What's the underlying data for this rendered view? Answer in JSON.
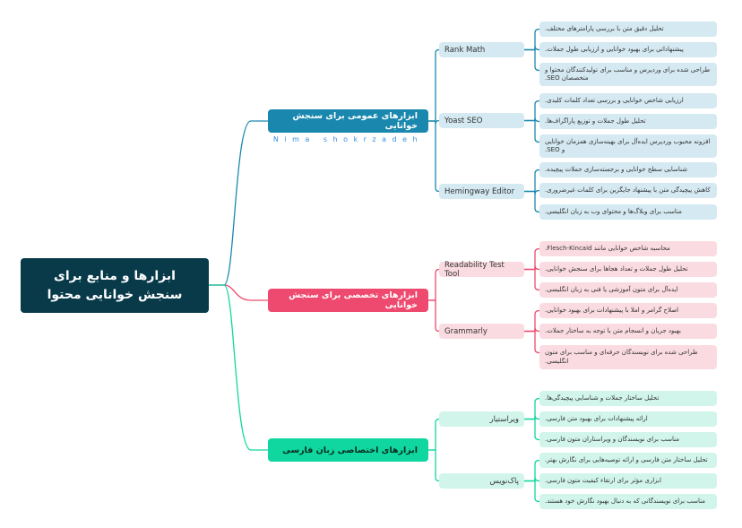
{
  "root": {
    "title": "ابزارها و منابع برای سنجش خوانایی محتوا",
    "color": "#083a4a"
  },
  "watermark": "Nima shokrzadeh",
  "branches": [
    {
      "label": "ابزارهای عمومی برای سنجش خوانایی",
      "color": "#1a88ae",
      "light": "#d4e9f1",
      "text_color": "#ffffff",
      "children": [
        {
          "label": "Rank Math",
          "leaves": [
            "تحلیل دقیق متن با بررسی پارامترهای مختلف.",
            "پیشنهاداتی برای بهبود خوانایی و ارزیابی طول جملات.",
            "طراحی شده برای وردپرس و مناسب برای تولیدکنندگان محتوا و متخصصان SEO."
          ]
        },
        {
          "label": "Yoast SEO",
          "leaves": [
            "ارزیابی شاخص خوانایی و بررسی تعداد کلمات کلیدی.",
            "تحلیل طول جملات و توزیع پاراگراف‌ها.",
            "افزونه محبوب وردپرس ایده‌آل برای بهینه‌سازی همزمان خوانایی و SEO."
          ]
        },
        {
          "label": "Hemingway Editor",
          "leaves": [
            "شناسایی سطح خوانایی و برجسته‌سازی جملات پیچیده.",
            "کاهش پیچیدگی متن با پیشنهاد جایگزین برای کلمات غیرضروری.",
            "مناسب برای وبلاگ‌ها و محتوای وب به زبان انگلیسی."
          ]
        }
      ]
    },
    {
      "label": "ابزارهای تخصصی برای سنجش خوانایی",
      "color": "#ee4a6f",
      "light": "#fadbe1",
      "text_color": "#ffffff",
      "children": [
        {
          "label": "Readability Test Tool",
          "leaves": [
            "محاسبه شاخص خوانایی مانند Flesch-Kincaid.",
            "تحلیل طول جملات و تعداد هجاها برای سنجش خوانایی.",
            "ایده‌آل برای متون آموزشی یا فنی به زبان انگلیسی."
          ]
        },
        {
          "label": "Grammarly",
          "leaves": [
            "اصلاح گرامر و املا با پیشنهادات برای بهبود خوانایی.",
            "بهبود جریان و انسجام متن با توجه به ساختار جملات.",
            "طراحی شده برای نویسندگان حرفه‌ای و مناسب برای متون انگلیسی."
          ]
        }
      ]
    },
    {
      "label": "ابزارهای اختصاصی زبان فارسی",
      "color": "#0fd79f",
      "light": "#d1f5ea",
      "text_color": "#0a2a20",
      "children": [
        {
          "label": "ویراستیار",
          "leaves": [
            "تحلیل ساختار جملات و شناسایی پیچیدگی‌ها.",
            "ارائه پیشنهادات برای بهبود متن فارسی.",
            "مناسب برای نویسندگان و ویراستاران متون فارسی."
          ]
        },
        {
          "label": "پاک‌نویس",
          "leaves": [
            "تحلیل ساختار متن فارسی و ارائه توصیه‌هایی برای نگارش بهتر.",
            "ابزاری مؤثر برای ارتقاء کیفیت متون فارسی.",
            "مناسب برای نویسندگانی که به دنبال بهبود نگارش خود هستند."
          ]
        }
      ]
    }
  ]
}
